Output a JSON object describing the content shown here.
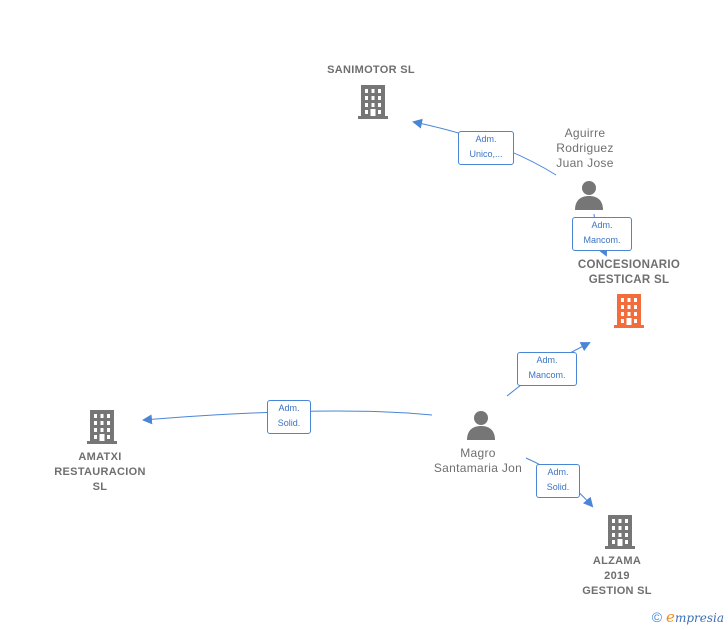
{
  "colors": {
    "edge": "#4a86d6",
    "icon_default": "#767676",
    "icon_highlight": "#f36d3c"
  },
  "nodes": {
    "sanimotor": {
      "label": "SANIMOTOR SL",
      "icon": "building-icon"
    },
    "aguirre": {
      "label": "Aguirre\nRodriguez\nJuan Jose",
      "icon": "person-icon"
    },
    "gesticar": {
      "label": "CONCESIONARIO\nGESTICAR  SL",
      "icon": "building-icon"
    },
    "amatxi": {
      "label": "AMATXI\nRESTAURACION\nSL",
      "icon": "building-icon"
    },
    "magro": {
      "label": "Magro\nSantamaria Jon",
      "icon": "person-icon"
    },
    "alzama": {
      "label": "ALZAMA\n2019\nGESTION  SL",
      "icon": "building-icon"
    }
  },
  "edges": {
    "aguirre_sanimotor": "Adm.\nUnico,...",
    "aguirre_gesticar": "Adm.\nMancom.",
    "magro_gesticar": "Adm.\nMancom.",
    "magro_amatxi": "Adm.\nSolid.",
    "magro_alzama": "Adm.\nSolid."
  },
  "footer": {
    "copyright": "©",
    "brand_initial": "e",
    "brand_rest": "mpresia"
  }
}
